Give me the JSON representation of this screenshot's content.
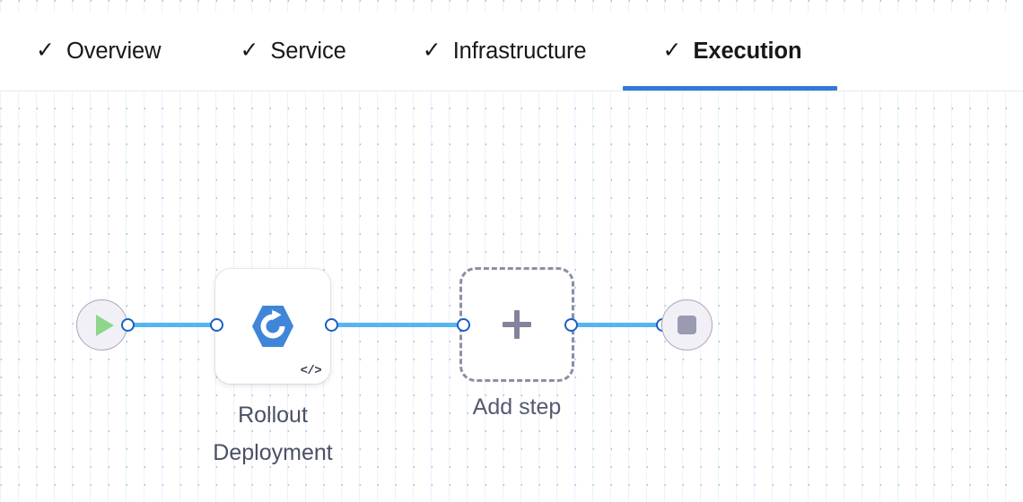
{
  "header": {
    "tabs": [
      {
        "label": "Overview",
        "icon": "check-icon",
        "checked": true,
        "active": false
      },
      {
        "label": "Service",
        "icon": "check-icon",
        "checked": true,
        "active": false
      },
      {
        "label": "Infrastructure",
        "icon": "check-icon",
        "checked": true,
        "active": false
      },
      {
        "label": "Execution",
        "icon": "check-icon",
        "checked": true,
        "active": true
      }
    ],
    "check_glyph": "✓",
    "active_underline_color": "#3478d4"
  },
  "flow": {
    "start_node": {
      "icon": "play-icon",
      "fill": "#f1f0f7",
      "border": "#a9a6bd",
      "play_color": "#8ed68c"
    },
    "end_node": {
      "icon": "stop-icon",
      "fill": "#f1f0f7",
      "border": "#a9a6bd",
      "stop_color": "#9a9ab0"
    },
    "steps": [
      {
        "label_line1": "Rollout",
        "label_line2": "Deployment",
        "icon": "rollout-deployment-icon",
        "icon_color": "#3f86d8",
        "badge": "</>",
        "badge_icon": "code-badge-icon"
      }
    ],
    "add_step": {
      "label": "Add step",
      "icon": "plus-icon",
      "border_color": "#8e8ea6"
    },
    "edge_color": "#58b4f0",
    "handle_border_color": "#1b5fc1"
  }
}
